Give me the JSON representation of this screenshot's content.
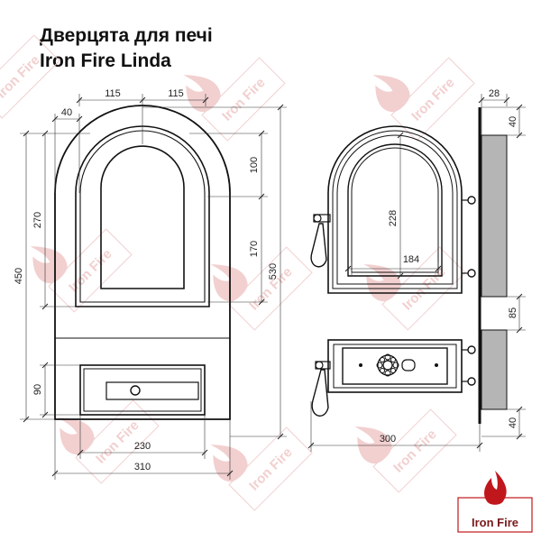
{
  "title_line1": "Дверцята для печі",
  "title_line2": "Iron Fire Linda",
  "brand": "Iron Fire",
  "brand_color": "#c0171c",
  "watermark_color": "#f2d0d0",
  "line_color": "#111111",
  "wall_color": "#b5b5b5",
  "dimensions": {
    "top_left_half": "115",
    "top_right_half": "115",
    "side_margin": "40",
    "overall_height": "450",
    "upper_height": "270",
    "arch_height": "100",
    "window_height": "170",
    "full_height": "530",
    "drawer_height": "90",
    "body_width": "230",
    "overall_width": "310",
    "frame_depth": "28",
    "top_offset": "40",
    "gap_height": "85",
    "bottom_offset": "40",
    "glass_height": "228",
    "glass_width": "184",
    "depth": "300"
  }
}
